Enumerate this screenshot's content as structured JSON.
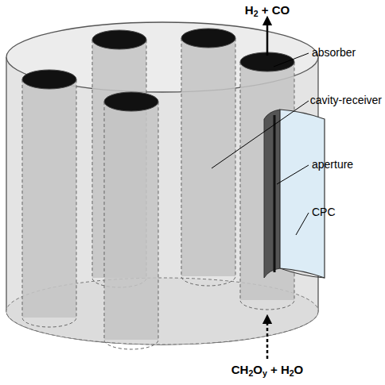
{
  "diagram": {
    "labels": [
      "H2 + CO",
      "absorber",
      "cavity-receiver",
      "aperture",
      "CPC",
      "CH2Oy + H2O"
    ]
  }
}
